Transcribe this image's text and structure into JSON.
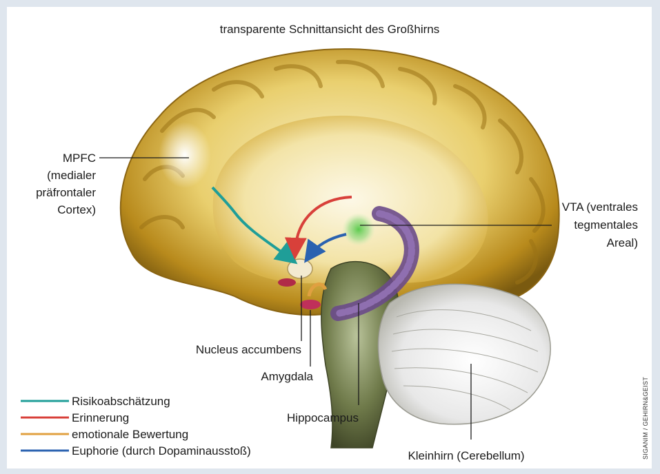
{
  "title": "transparente Schnittansicht des Großhirns",
  "labels": {
    "mpfc_1": "MPFC",
    "mpfc_2": "(medialer",
    "mpfc_3": "präfrontaler",
    "mpfc_4": "Cortex)",
    "vta_1": "VTA (ventrales",
    "vta_2": "tegmentales",
    "vta_3": "Areal)",
    "nucleus": "Nucleus accumbens",
    "amygdala": "Amygdala",
    "hippocampus": "Hippocampus",
    "kleinhirn": "Kleinhirn (Cerebellum)"
  },
  "legend": [
    {
      "label": "Risikoabschätzung",
      "color": "#1f9e98"
    },
    {
      "label": "Erinnerung",
      "color": "#d8403a"
    },
    {
      "label": "emotionale Bewertung",
      "color": "#e0a040"
    },
    {
      "label": "Euphorie (durch Dopaminausstoß)",
      "color": "#2a62b0"
    }
  ],
  "credit": "SIGANIM / GEHIRN&GEIST"
}
